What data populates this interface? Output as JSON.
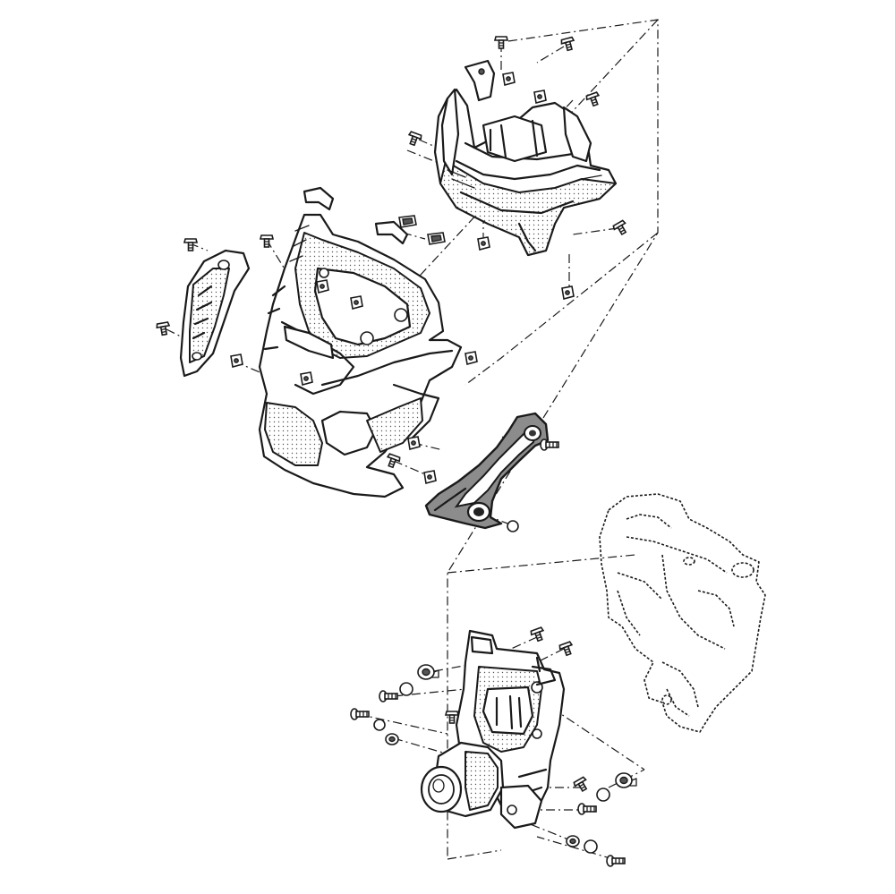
{
  "diagram": {
    "type": "exploded-parts-view",
    "colors": {
      "line": "#1a1a1a",
      "background": "#ffffff",
      "highlight_part": "#8c8c8c"
    },
    "assemblies": [
      {
        "id": "upper-inner-panel",
        "kind": "inner-cowl"
      },
      {
        "id": "front-cowl",
        "kind": "front-fairing"
      },
      {
        "id": "side-panel",
        "kind": "left-side-cover"
      },
      {
        "id": "headlight-cover",
        "kind": "highlighted-part"
      },
      {
        "id": "headlight-unit",
        "kind": "headlight-assembly"
      },
      {
        "id": "frame-ghost",
        "kind": "reference-frame"
      }
    ]
  }
}
